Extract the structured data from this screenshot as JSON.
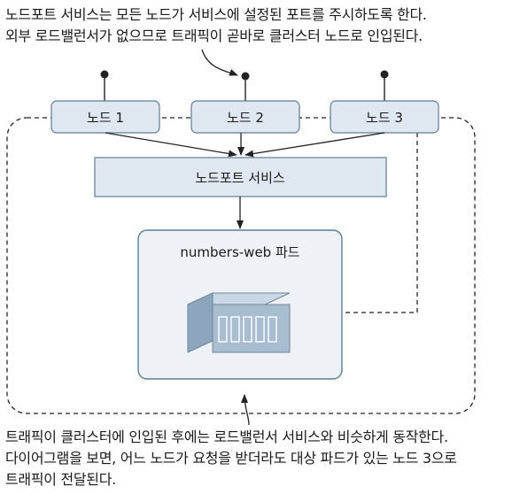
{
  "caption_top": {
    "line1": "노드포트 서비스는 모든 노드가 서비스에 설정된 포트를 주시하도록 한다.",
    "line2": "외부 로드밸런서가 없으므로 트래픽이 곧바로 클러스터 노드로 인입된다."
  },
  "caption_bottom": {
    "line1": "트래픽이 클러스터에 인입된 후에는 로드밸런서 서비스와 비슷하게 동작한다.",
    "line2": "다이어그램을 보면, 어느 노드가 요청을 받더라도 대상 파드가 있는 노드 3으로",
    "line3": "트래픽이 전달된다."
  },
  "nodes": [
    {
      "label": "노드 1"
    },
    {
      "label": "노드 2"
    },
    {
      "label": "노드 3"
    }
  ],
  "service": {
    "label": "노드포트 서비스"
  },
  "pod": {
    "label": "numbers-web 파드",
    "icon": "container-icon"
  },
  "colors": {
    "box_fill": "#dfe8f1",
    "box_stroke": "#5d7d97",
    "pod_fill": "#eef2f7",
    "container_fill": "#9db2c8",
    "line": "#222222"
  }
}
